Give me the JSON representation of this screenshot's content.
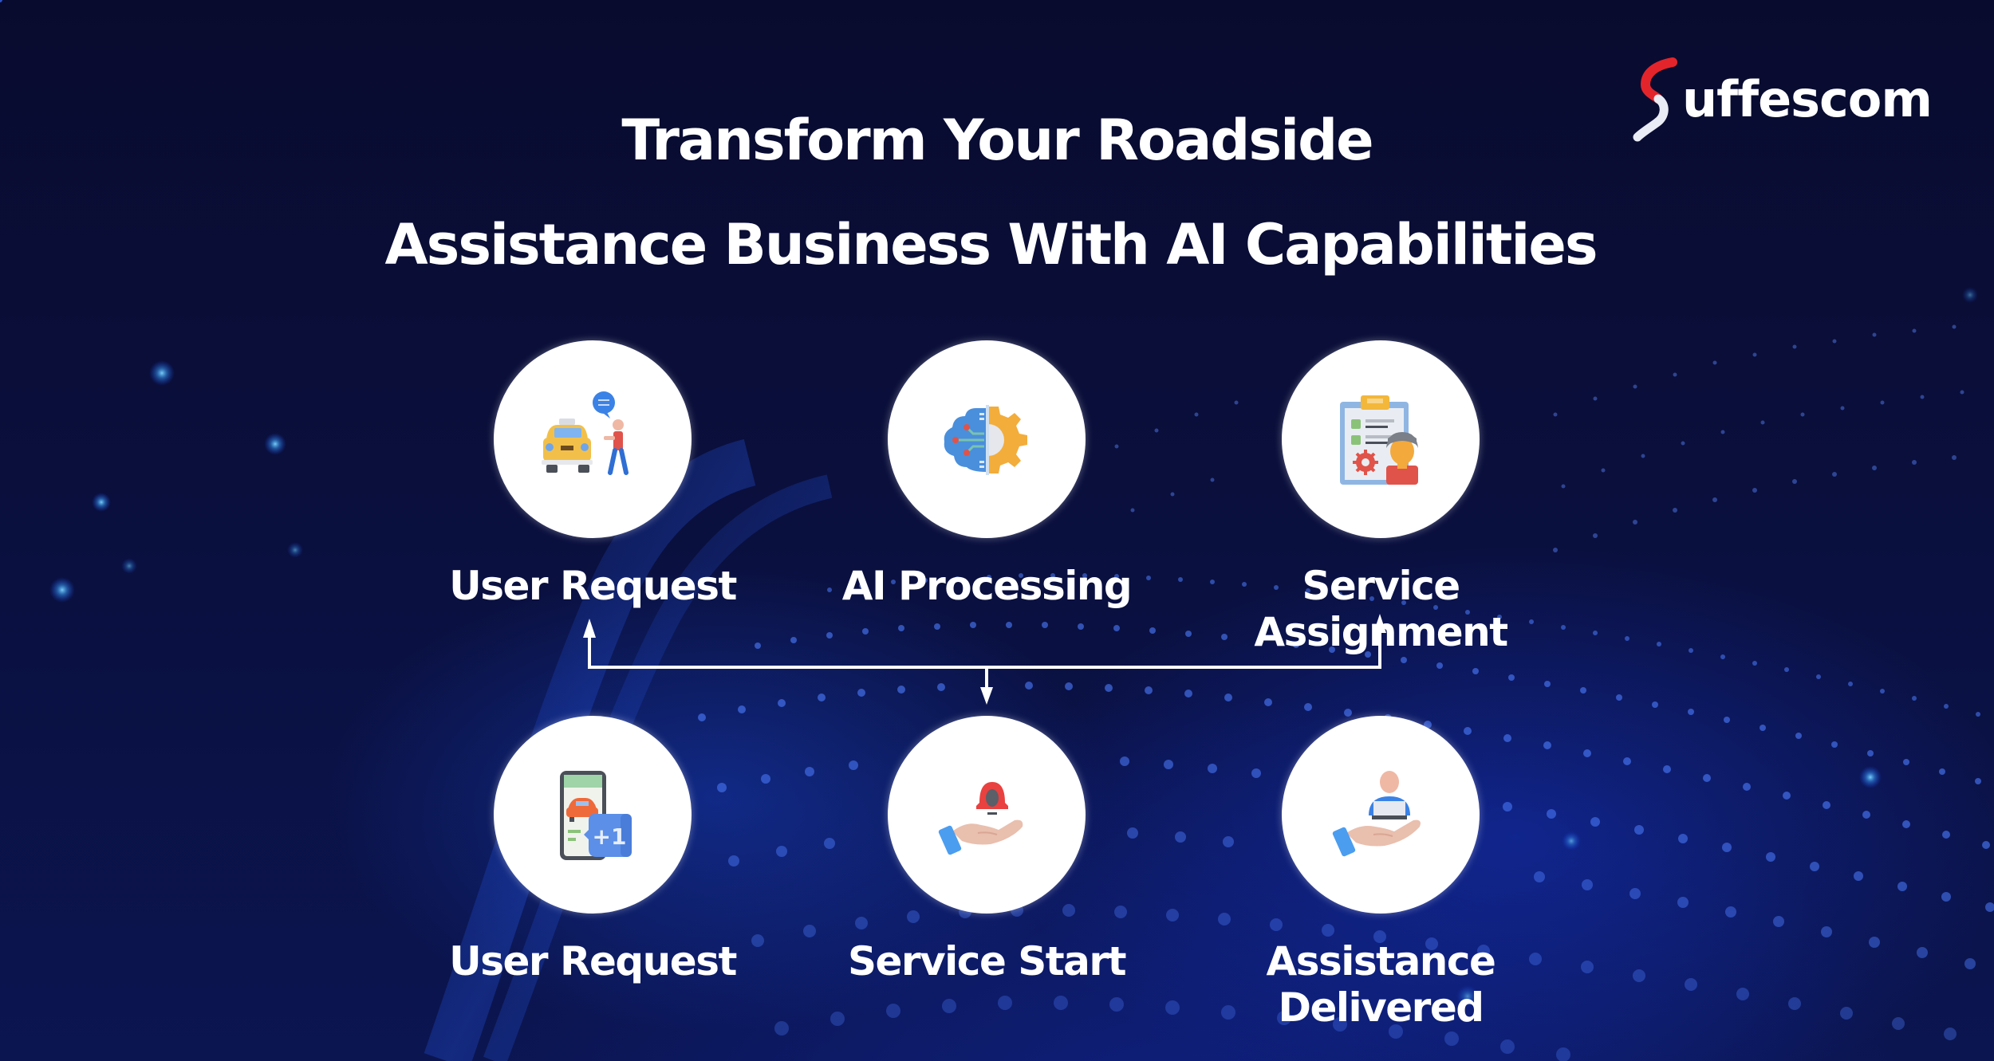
{
  "brand": {
    "name": "uffescom",
    "logo_letter": "S",
    "accent_color": "#e4242b"
  },
  "title": {
    "line1": "Transform Your Roadside",
    "line2": "Assistance Business With AI Capabilities"
  },
  "diagram": {
    "top_row": [
      {
        "label": "User Request",
        "icon": "taxi-passenger-icon"
      },
      {
        "label": "AI Processing",
        "icon": "ai-cloud-gear-icon"
      },
      {
        "label": "Service Assignment",
        "icon": "clipboard-technician-icon"
      }
    ],
    "bottom_row": [
      {
        "label": "User Request",
        "icon": "phone-car-plus-one-icon",
        "badge": "+1"
      },
      {
        "label": "Service  Start",
        "icon": "hand-siren-icon"
      },
      {
        "label": "Assistance Delivered",
        "icon": "hand-support-agent-icon"
      }
    ],
    "connector": {
      "description": "Bracket linking User Request and Service Assignment with arrow down to Service Start"
    }
  },
  "colors": {
    "background": "#0a0c33",
    "text": "#ffffff",
    "node_fill": "#ffffff"
  }
}
